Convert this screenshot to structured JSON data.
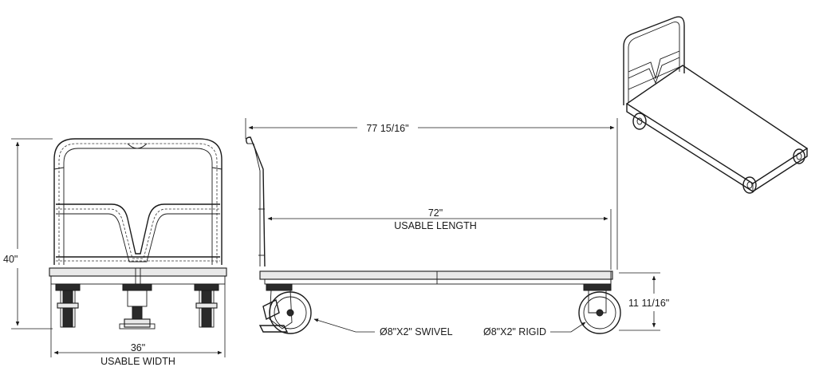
{
  "diagram": {
    "dimensions": {
      "overall_length": "77 15/16\"",
      "usable_length_value": "72\"",
      "usable_length_label": "USABLE LENGTH",
      "height": "40\"",
      "usable_width_value": "36\"",
      "usable_width_label": "USABLE WIDTH",
      "deck_height": "11 11/16\""
    },
    "callouts": {
      "swivel_caster": "Ø8\"X2\" SWIVEL",
      "rigid_caster": "Ø8\"X2\" RIGID"
    }
  }
}
